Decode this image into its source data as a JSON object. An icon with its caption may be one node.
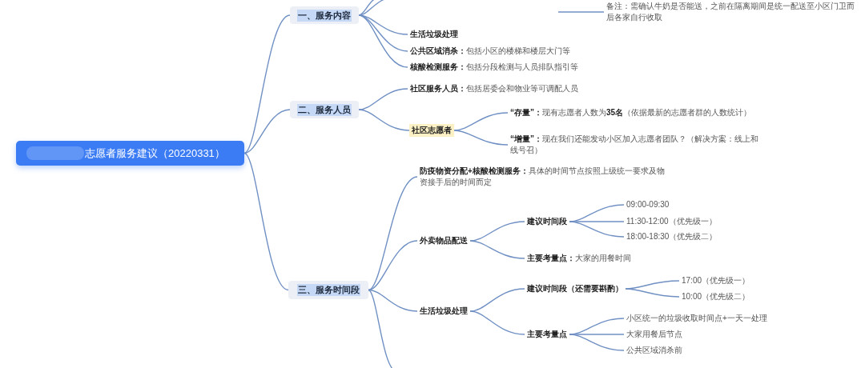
{
  "diagram": {
    "nodes": [
      {
        "text": [
          "志愿者服务建议（20220331）"
        ]
      },
      {
        "text": [
          "一、服务内容"
        ]
      },
      {
        "text": [
          "备注：需确认牛奶是否能送，之前在隔离期间是统一配送至小区门卫而后各家自行收取"
        ]
      },
      {
        "text": [
          "生活垃圾处理"
        ]
      },
      {
        "text": [
          "**公共区域消杀：**包括小区的楼梯和楼层大门等"
        ]
      },
      {
        "text": [
          "**核酸检测服务：**包括分段检测与人员排队指引等"
        ]
      },
      {
        "text": [
          "二、服务人员"
        ]
      },
      {
        "text": [
          "**社区服务人员：**包括居委会和物业等可调配人员"
        ]
      },
      {
        "text": [
          "社区志愿者"
        ]
      },
      {
        "text": [
          "**“存量”：**现有志愿者人数为**35名**（依据最新的志愿者群的人数统计）"
        ]
      },
      {
        "text": [
          "**“增量”：**现在我们还能发动小区加入志愿者团队？（解决方案：线上和线号召）"
        ]
      },
      {
        "text": [
          "三、服务时间段"
        ]
      },
      {
        "text": [
          "**防疫物资分配+核酸检测服务：**具体的时间节点按照上级统一要求及物资接手后的时间而定"
        ]
      },
      {
        "text": [
          "外卖物品配送"
        ]
      },
      {
        "text": [
          "建议时间段"
        ]
      },
      {
        "text": [
          "09:00-09:30"
        ]
      },
      {
        "text": [
          "11:30-12:00（优先级一）"
        ]
      },
      {
        "text": [
          "18:00-18:30（优先级二）"
        ]
      },
      {
        "text": [
          "**主要考量点：**大家的用餐时间"
        ]
      },
      {
        "text": [
          "生活垃圾处理"
        ]
      },
      {
        "text": [
          "建议时间段（还需要斟酌）"
        ]
      },
      {
        "text": [
          "17:00（优先级一）"
        ]
      },
      {
        "text": [
          "10:00（优先级二）"
        ]
      },
      {
        "text": [
          "主要考量点"
        ]
      },
      {
        "text": [
          "小区统一的垃圾收取时间点+一天一处理"
        ]
      },
      {
        "text": [
          "大家用餐后节点"
        ]
      },
      {
        "text": [
          "公共区域消杀前"
        ]
      }
    ],
    "edges": [
      {
        "from": 0,
        "to": 1,
        "arrow": "none"
      },
      {
        "from": 0,
        "to": 6,
        "arrow": "none"
      },
      {
        "from": 0,
        "to": 11,
        "arrow": "none"
      },
      {
        "from": 1,
        "to": null,
        "arrow": "none"
      },
      {
        "from": 1,
        "to": null,
        "arrow": "none"
      },
      {
        "from": null,
        "to": 2,
        "arrow": "none"
      },
      {
        "from": 1,
        "to": 3,
        "arrow": "none"
      },
      {
        "from": 1,
        "to": 4,
        "arrow": "none"
      },
      {
        "from": 1,
        "to": 5,
        "arrow": "none"
      },
      {
        "from": 6,
        "to": 7,
        "arrow": "none"
      },
      {
        "from": 6,
        "to": 8,
        "arrow": "none"
      },
      {
        "from": 8,
        "to": 9,
        "arrow": "none"
      },
      {
        "from": 8,
        "to": 10,
        "arrow": "none"
      },
      {
        "from": 11,
        "to": 12,
        "arrow": "none"
      },
      {
        "from": 11,
        "to": 13,
        "arrow": "none"
      },
      {
        "from": 11,
        "to": 19,
        "arrow": "none"
      },
      {
        "from": 11,
        "to": null,
        "arrow": "none"
      },
      {
        "from": 13,
        "to": 14,
        "arrow": "none"
      },
      {
        "from": 13,
        "to": 18,
        "arrow": "none"
      },
      {
        "from": 14,
        "to": 15,
        "arrow": "none"
      },
      {
        "from": 14,
        "to": 16,
        "arrow": "none"
      },
      {
        "from": 14,
        "to": 17,
        "arrow": "none"
      },
      {
        "from": 19,
        "to": 20,
        "arrow": "none"
      },
      {
        "from": 19,
        "to": 23,
        "arrow": "none"
      },
      {
        "from": 20,
        "to": 21,
        "arrow": "none"
      },
      {
        "from": 20,
        "to": 22,
        "arrow": "none"
      },
      {
        "from": 23,
        "to": 24,
        "arrow": "none"
      },
      {
        "from": 23,
        "to": 25,
        "arrow": "none"
      },
      {
        "from": 23,
        "to": 26,
        "arrow": "none"
      }
    ]
  }
}
